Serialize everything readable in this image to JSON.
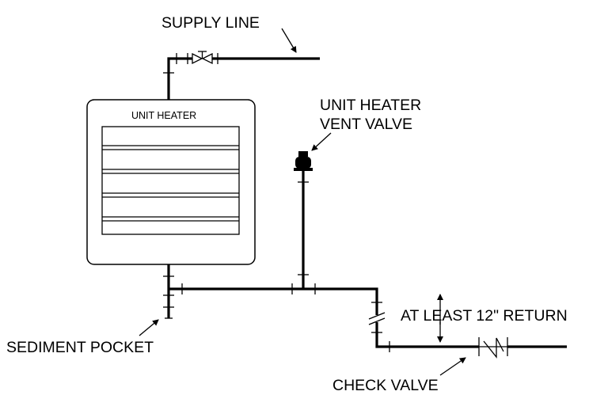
{
  "labels": {
    "supply_line": "SUPPLY LINE",
    "unit_heater": "UNIT HEATER",
    "vent_valve_line1": "UNIT HEATER",
    "vent_valve_line2": "VENT VALVE",
    "return_note": "AT LEAST 12\" RETURN",
    "sediment_pocket": "SEDIMENT POCKET",
    "check_valve": "CHECK VALVE"
  },
  "colors": {
    "line": "#000000",
    "background": "#ffffff"
  },
  "icons": [
    "gate-valve-icon",
    "vent-valve-icon",
    "check-valve-icon",
    "arrow-icon"
  ]
}
